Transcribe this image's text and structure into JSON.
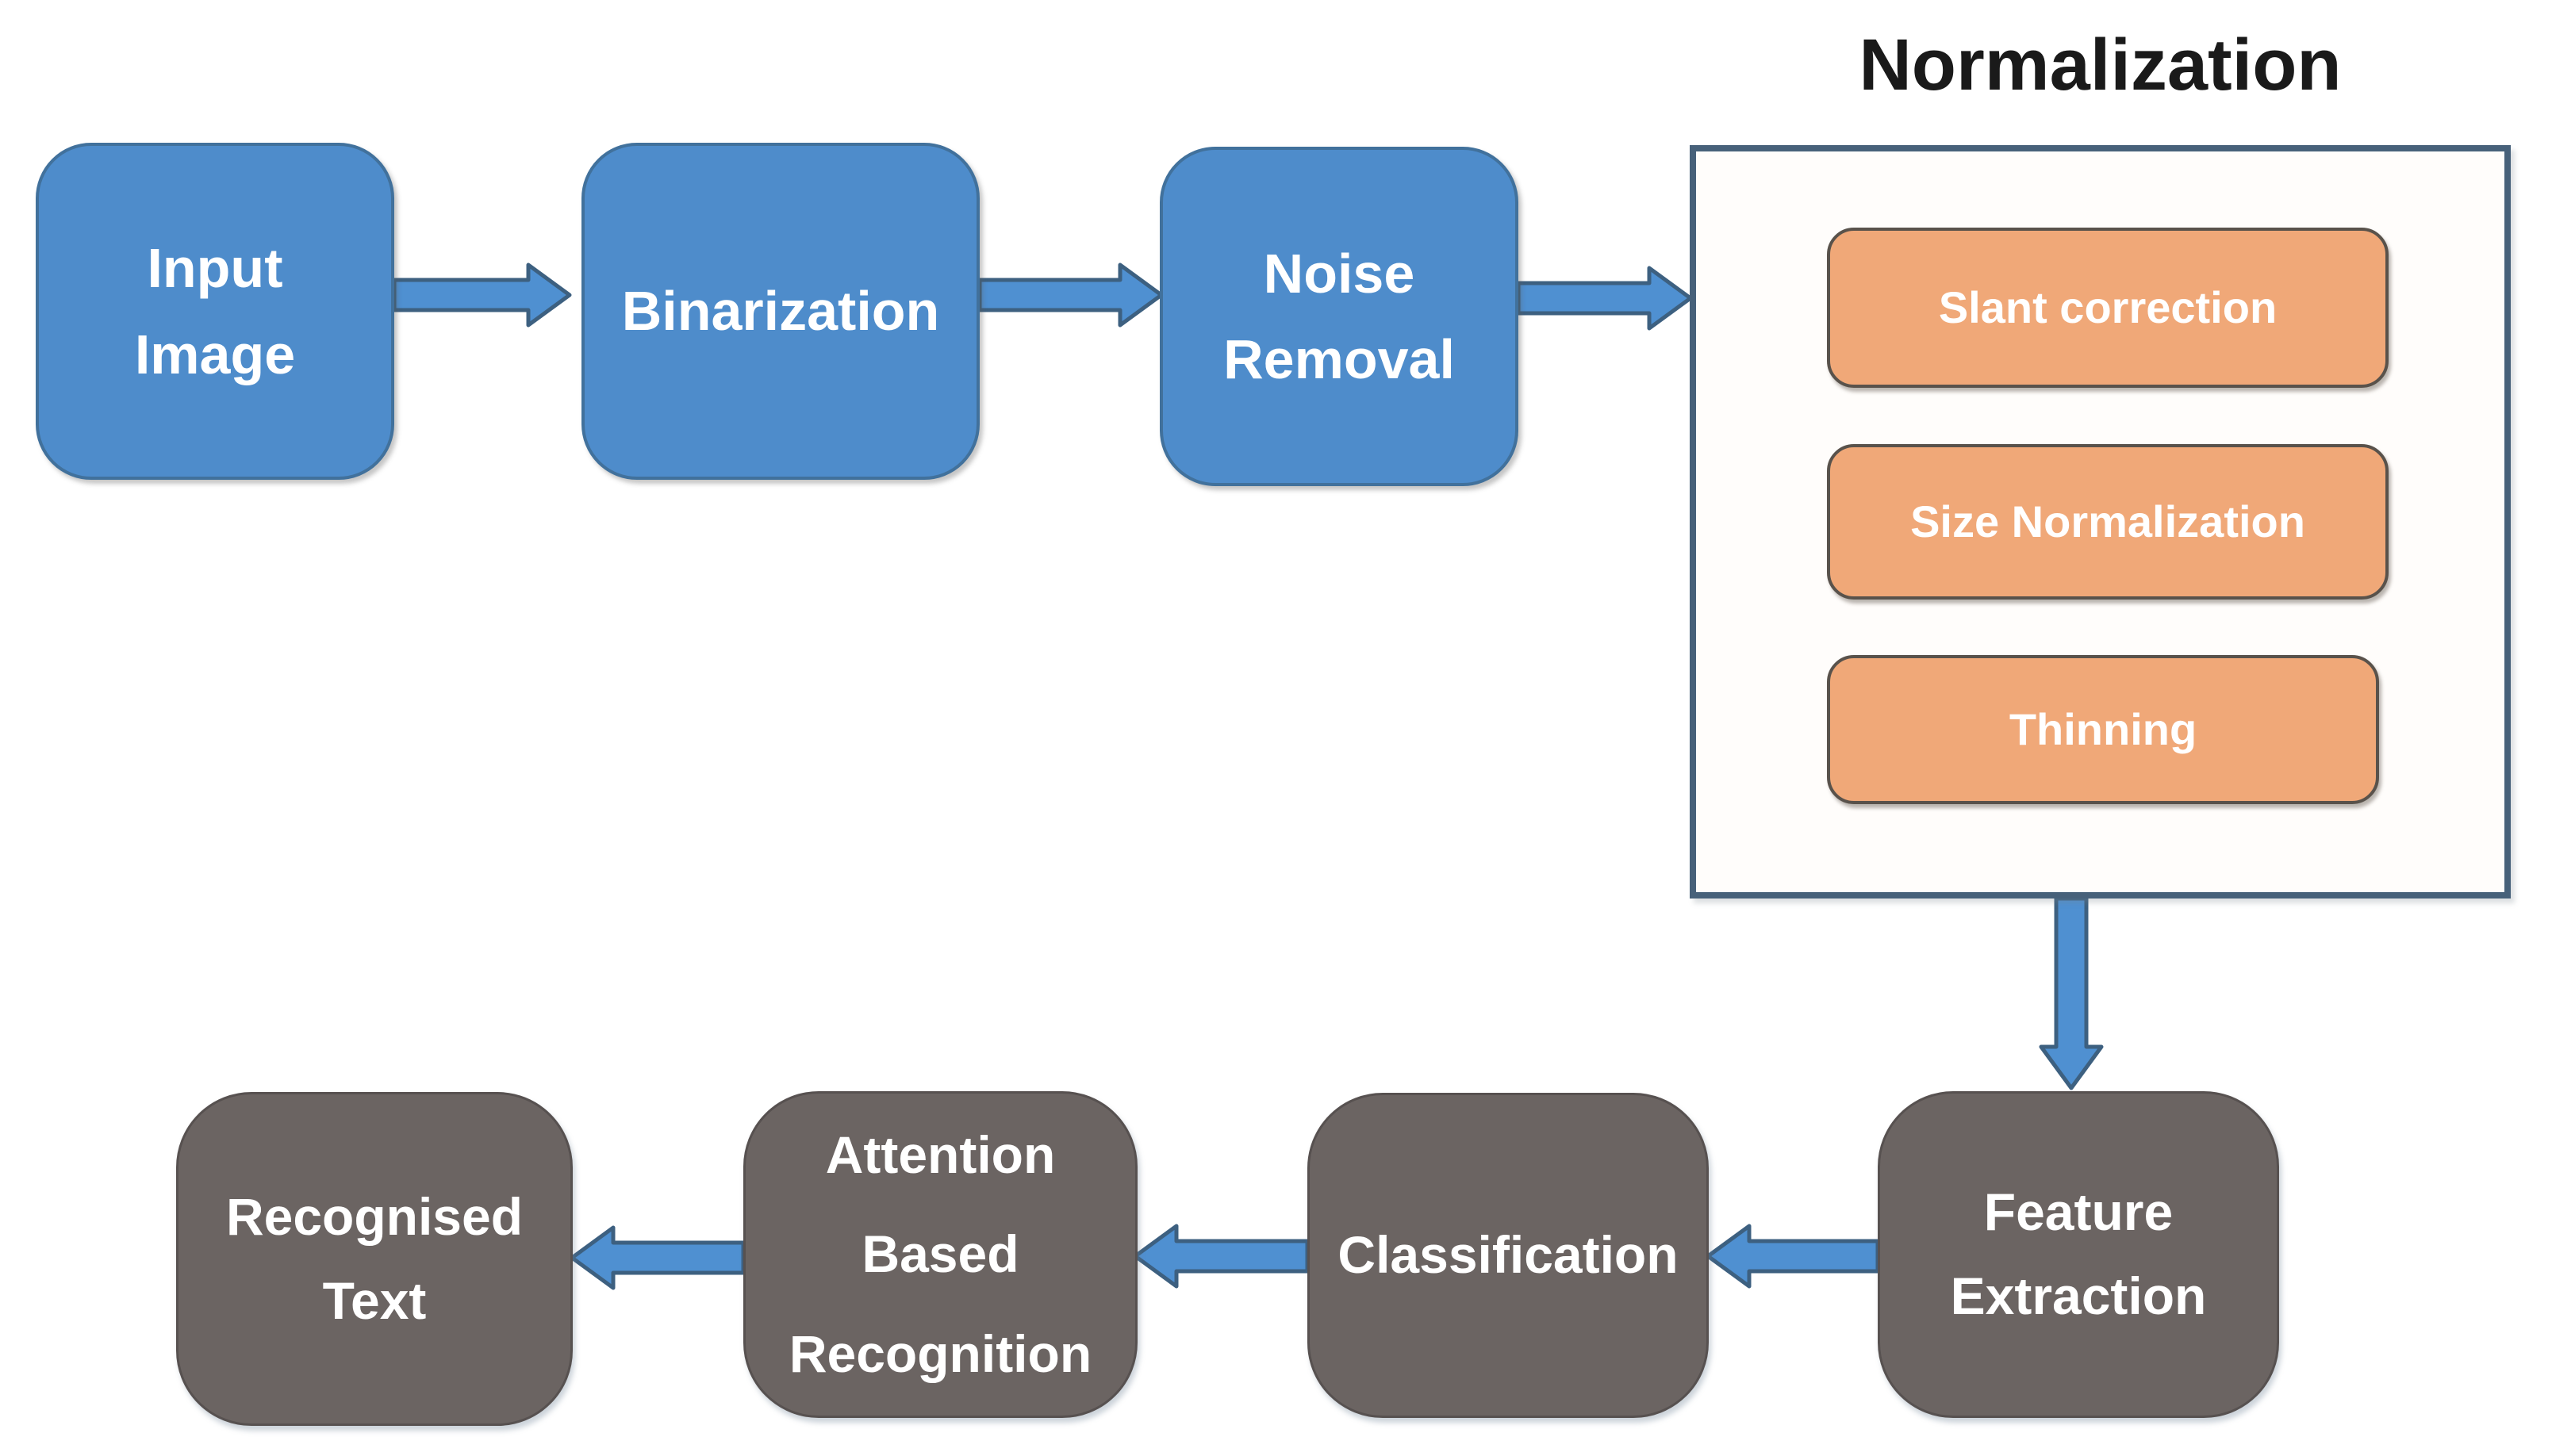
{
  "title": "Normalization",
  "nodes": {
    "input_image": {
      "label": "Input\nImage"
    },
    "binarization": {
      "label": "Binarization"
    },
    "noise_removal": {
      "label": "Noise\nRemoval"
    },
    "slant_correction": {
      "label": "Slant correction"
    },
    "size_normalization": {
      "label": "Size Normalization"
    },
    "thinning": {
      "label": "Thinning"
    },
    "feature_extraction": {
      "label": "Feature\nExtraction"
    },
    "classification": {
      "label": "Classification"
    },
    "attention_based_recognition": {
      "label": "Attention\nBased\nRecognition"
    },
    "recognised_text": {
      "label": "Recognised\nText"
    }
  },
  "colors": {
    "background": "#ffffff",
    "process_fill": "#4e8ccb",
    "process_border": "#41719c",
    "normalization_step_fill": "#f0a878",
    "normalization_step_border": "#59524b",
    "output_fill": "#6b6462",
    "output_border": "#575150",
    "container_border": "#47617a",
    "arrow_fill": "#4f90d1",
    "arrow_stroke": "#3d6080",
    "label_text": "#ffffff",
    "title_text": "#1a1a1a"
  }
}
